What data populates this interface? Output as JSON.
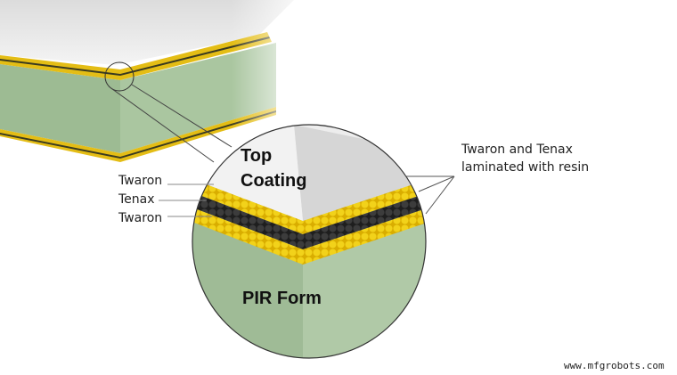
{
  "labels": {
    "top_coating_line1": "Top",
    "top_coating_line2": "Coating",
    "pir_form": "PIR Form",
    "twaron_upper": "Twaron",
    "tenax": "Tenax",
    "twaron_lower": "Twaron",
    "laminated_line1": "Twaron and Tenax",
    "laminated_line2": "laminated with resin"
  },
  "watermark": "www.mfgrobots.com",
  "colors": {
    "foam_green": "#a9c3a0",
    "foam_green_dark": "#97b38e",
    "coating_white": "#ececec",
    "twaron_yellow": "#e9c511",
    "tenax_black": "#2c2c2c"
  }
}
